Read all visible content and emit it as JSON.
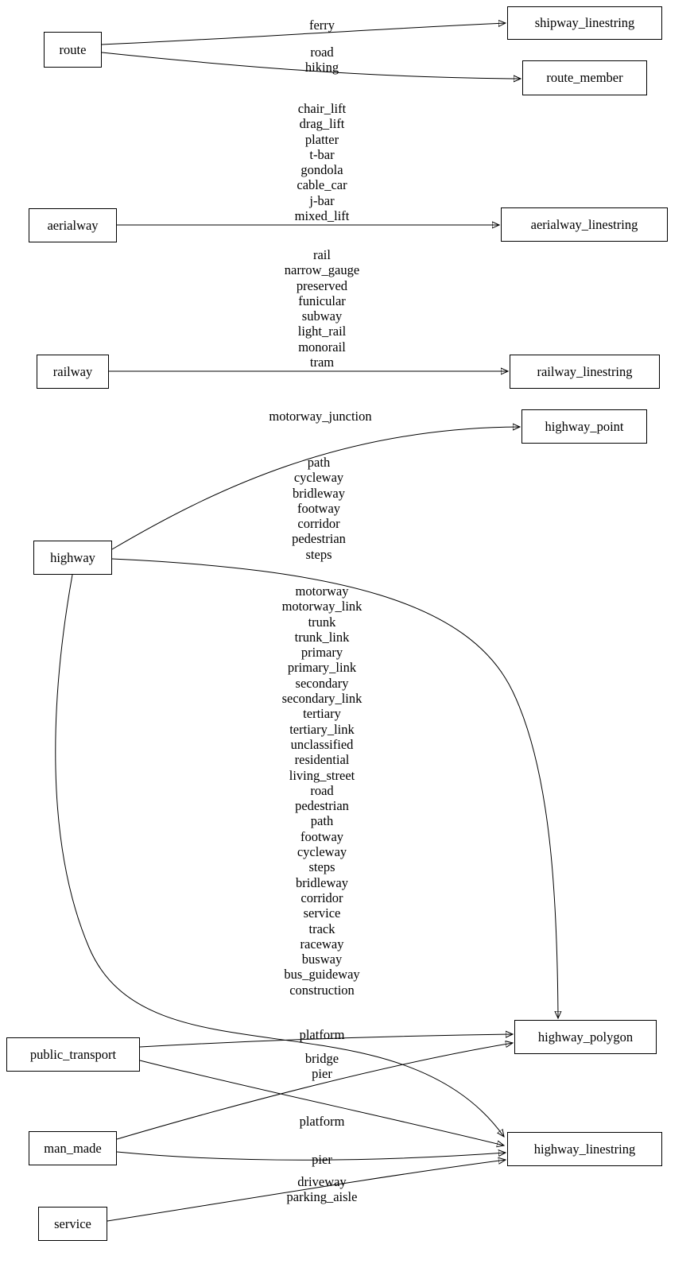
{
  "diagram": {
    "type": "directed-graph",
    "nodes": [
      {
        "id": "route",
        "label": "route"
      },
      {
        "id": "shipway_linestring",
        "label": "shipway_linestring"
      },
      {
        "id": "route_member",
        "label": "route_member"
      },
      {
        "id": "aerialway",
        "label": "aerialway"
      },
      {
        "id": "aerialway_linestring",
        "label": "aerialway_linestring"
      },
      {
        "id": "railway",
        "label": "railway"
      },
      {
        "id": "railway_linestring",
        "label": "railway_linestring"
      },
      {
        "id": "highway",
        "label": "highway"
      },
      {
        "id": "highway_point",
        "label": "highway_point"
      },
      {
        "id": "public_transport",
        "label": "public_transport"
      },
      {
        "id": "highway_polygon",
        "label": "highway_polygon"
      },
      {
        "id": "man_made",
        "label": "man_made"
      },
      {
        "id": "highway_linestring",
        "label": "highway_linestring"
      },
      {
        "id": "service",
        "label": "service"
      }
    ],
    "edges": [
      {
        "from": "route",
        "to": "shipway_linestring",
        "label": "ferry"
      },
      {
        "from": "route",
        "to": "route_member",
        "label": "road\nhiking"
      },
      {
        "from": "aerialway",
        "to": "aerialway_linestring",
        "label": "chair_lift\ndrag_lift\nplatter\nt-bar\ngondola\ncable_car\nj-bar\nmixed_lift"
      },
      {
        "from": "railway",
        "to": "railway_linestring",
        "label": "rail\nnarrow_gauge\npreserved\nfunicular\nsubway\nlight_rail\nmonorail\ntram"
      },
      {
        "from": "highway",
        "to": "highway_point",
        "label": "motorway_junction"
      },
      {
        "from": "highway",
        "to": "highway_polygon",
        "label": "path\ncycleway\nbridleway\nfootway\ncorridor\npedestrian\nsteps"
      },
      {
        "from": "highway",
        "to": "highway_linestring",
        "label": "motorway\nmotorway_link\ntrunk\ntrunk_link\nprimary\nprimary_link\nsecondary\nsecondary_link\ntertiary\ntertiary_link\nunclassified\nresidential\nliving_street\nroad\npedestrian\npath\nfootway\ncycleway\nsteps\nbridleway\ncorridor\nservice\ntrack\nraceway\nbusway\nbus_guideway\nconstruction"
      },
      {
        "from": "public_transport",
        "to": "highway_polygon",
        "label": "platform"
      },
      {
        "from": "man_made",
        "to": "highway_polygon",
        "label": "bridge\npier"
      },
      {
        "from": "public_transport",
        "to": "highway_linestring",
        "label": "platform"
      },
      {
        "from": "man_made",
        "to": "highway_linestring",
        "label": "pier"
      },
      {
        "from": "service",
        "to": "highway_linestring",
        "label": "driveway\nparking_aisle"
      }
    ]
  }
}
